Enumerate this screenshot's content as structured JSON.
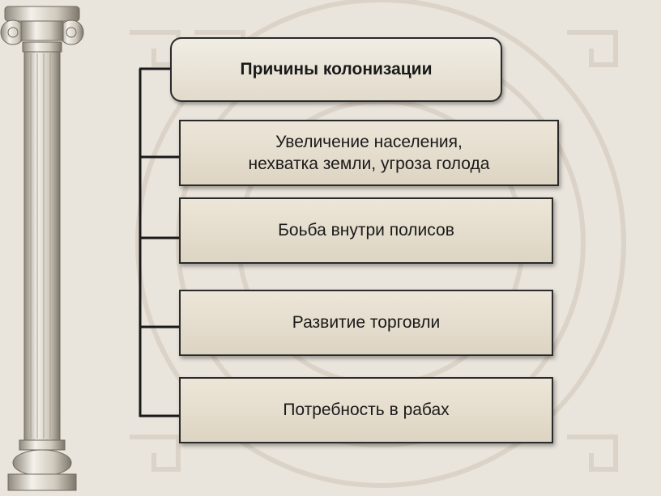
{
  "diagram": {
    "title": "Причины колонизации",
    "causes": [
      "Увеличение населения,\nнехватка земли, угроза голода",
      "Боьба внутри полисов",
      "Развитие торговли",
      "Потребность в рабах"
    ]
  },
  "colors": {
    "background": "#e9e4dc",
    "box_fill": "#e4ddcd",
    "border": "#2a2a2a",
    "ornament": "#d9d2c6"
  },
  "icons": [
    "ionic-column-icon",
    "greek-meander-ornament"
  ]
}
